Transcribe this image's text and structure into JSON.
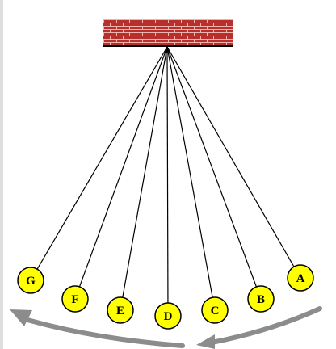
{
  "bobs": [
    {
      "label": "A"
    },
    {
      "label": "B"
    },
    {
      "label": "C"
    },
    {
      "label": "D"
    },
    {
      "label": "E"
    },
    {
      "label": "F"
    },
    {
      "label": "G"
    }
  ],
  "colors": {
    "brick": "#b8302c",
    "mortar": "#f0b4b0",
    "ceiling_edge": "#000000",
    "bob_fill": "#ffff00",
    "bob_stroke": "#000000",
    "string": "#000000",
    "arrow": "#8c8c8c"
  },
  "icons": {
    "support": "brick-wall-icon",
    "arrows": "curved-arrow-icon"
  }
}
